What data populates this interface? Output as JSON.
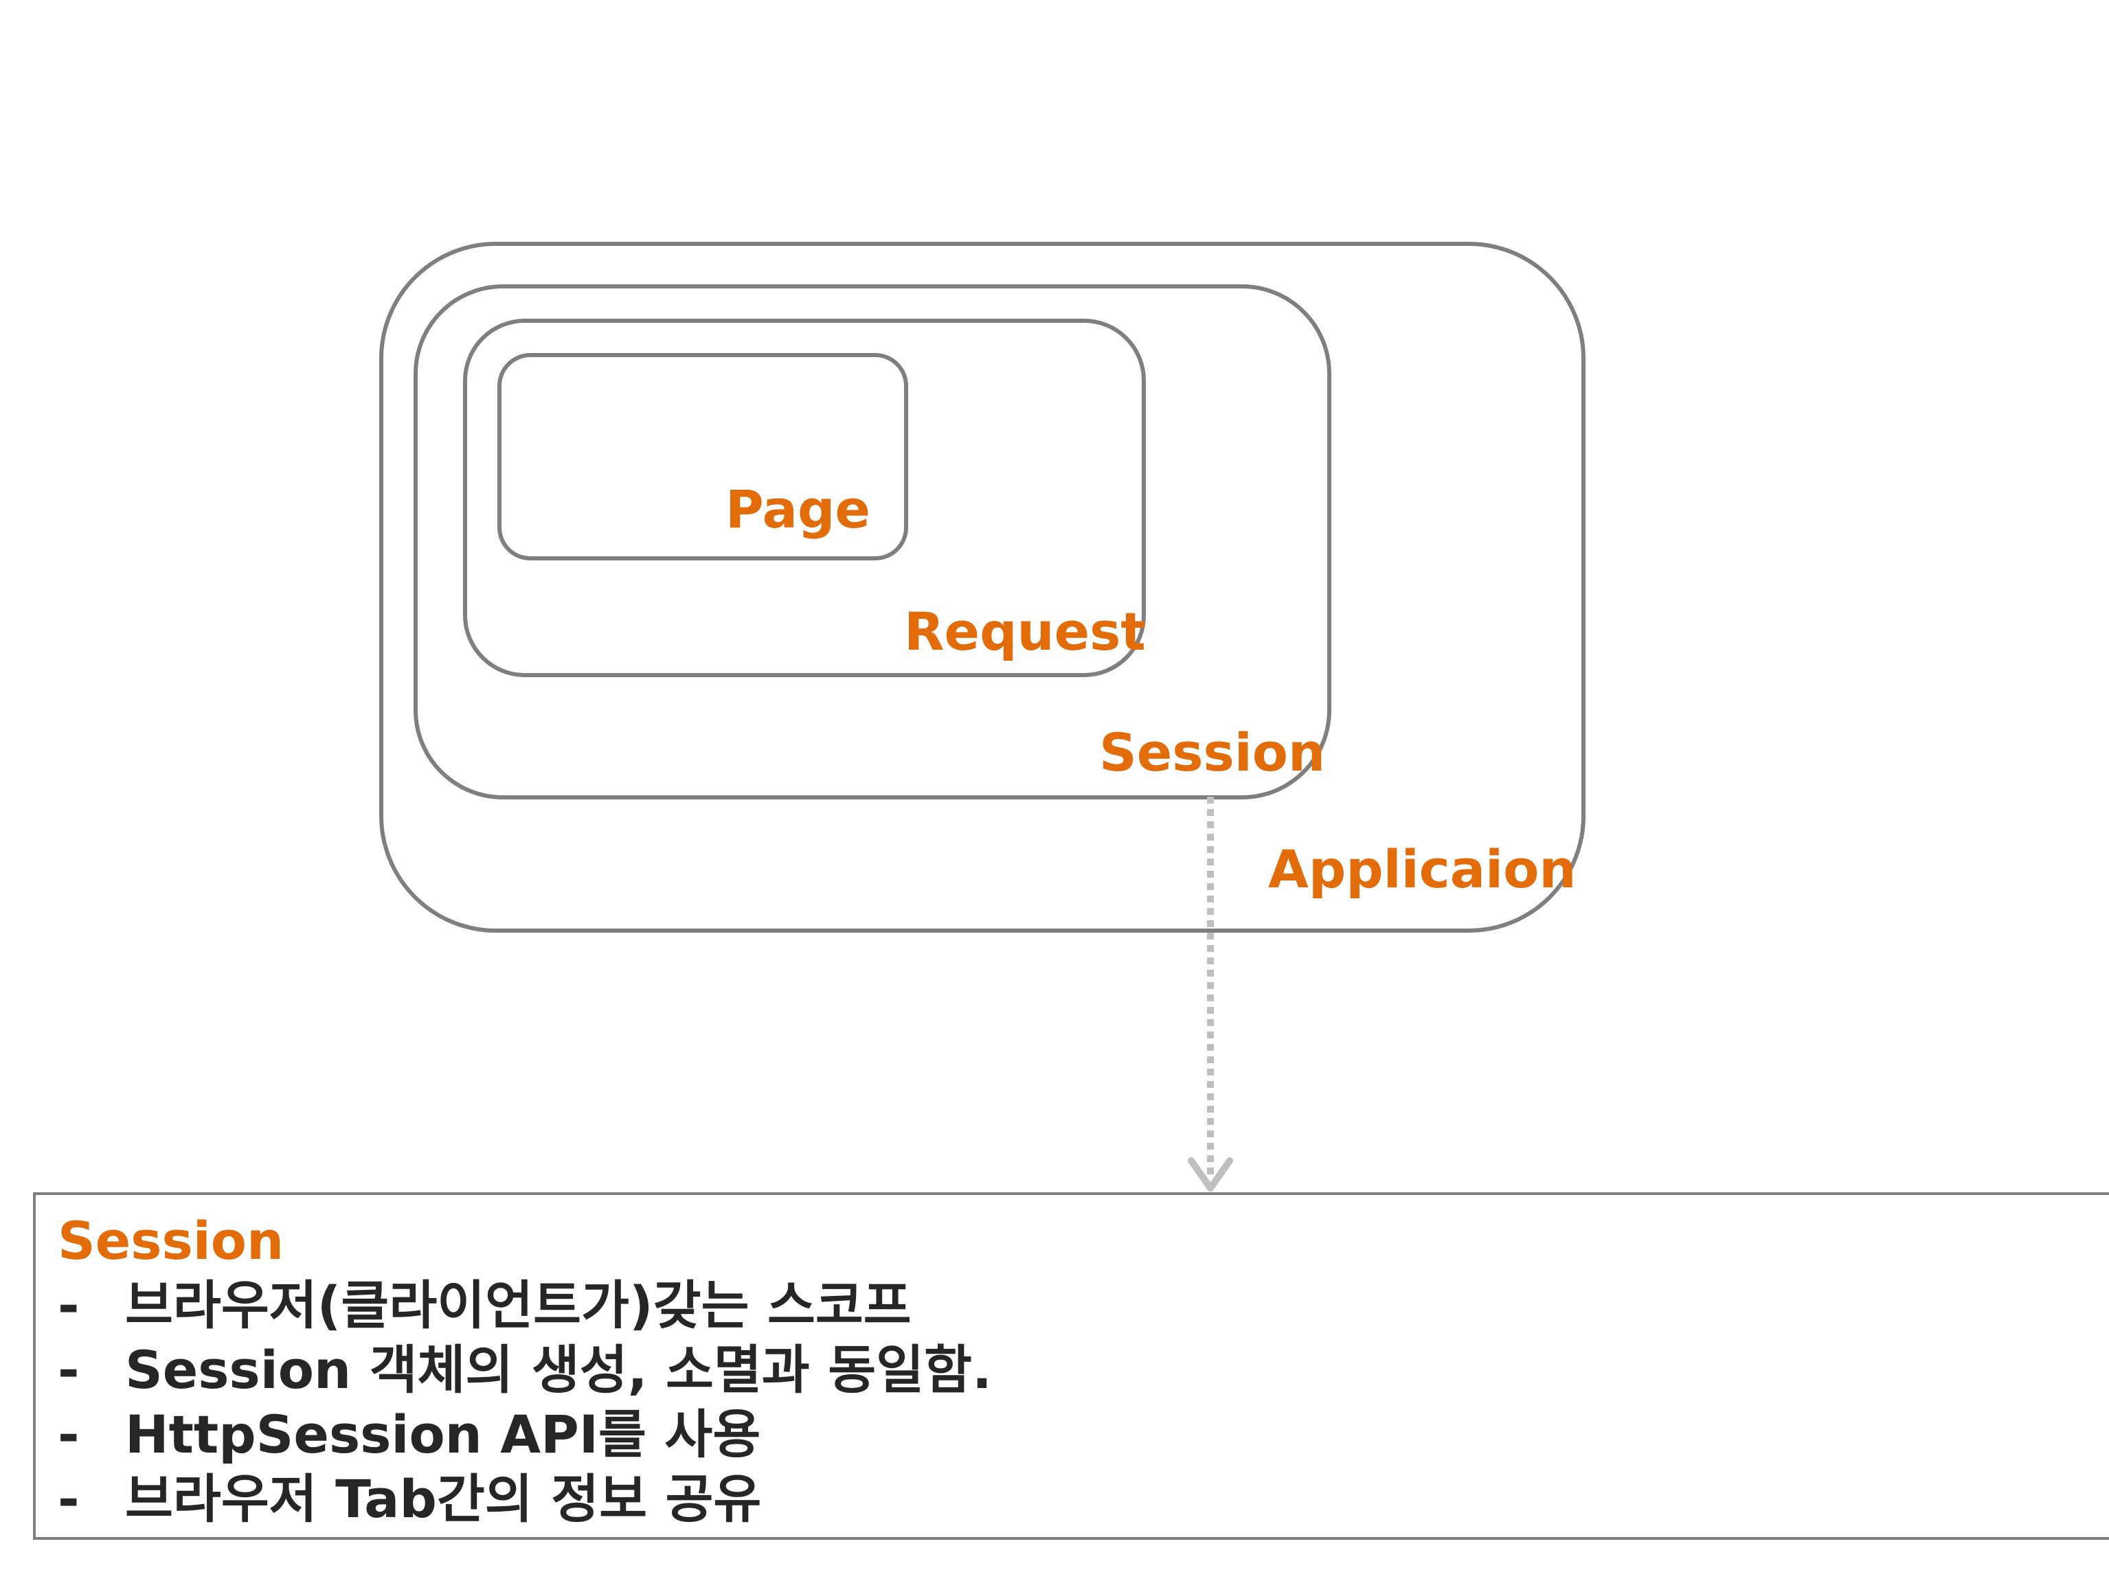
{
  "colors": {
    "accent": "#e36c0a",
    "border": "#7f7f7f",
    "connector": "#bfbfbf",
    "text": "#262626"
  },
  "scopes": {
    "page": "Page",
    "request": "Request",
    "session": "Session",
    "application": "Applicaion"
  },
  "info": {
    "title": "Session",
    "bullet": "-",
    "items": [
      "브라우저(클라이언트가)갖는 스코프",
      "Session 객체의 생성, 소멸과 동일함.",
      "HttpSession API를 사용",
      "브라우저 Tab간의 정보 공유"
    ]
  }
}
